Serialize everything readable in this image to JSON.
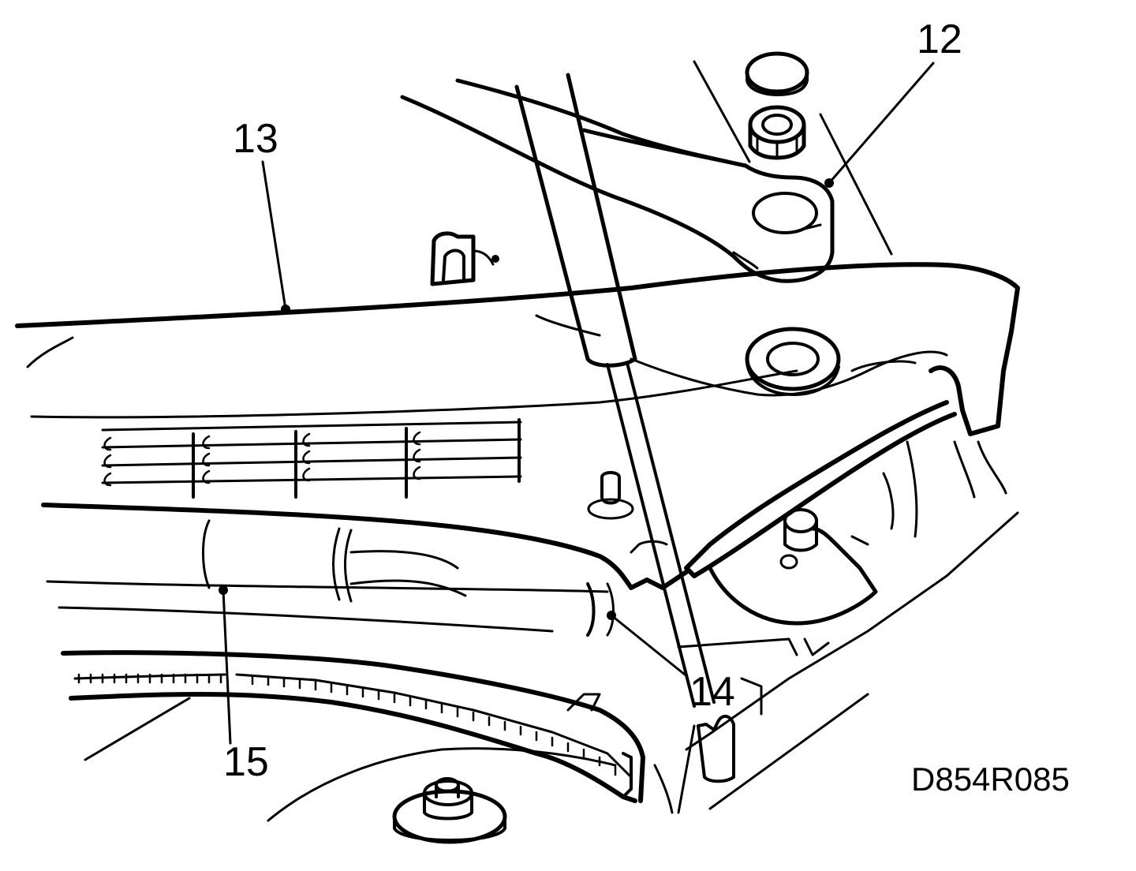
{
  "figure": {
    "callouts": [
      {
        "id": "12",
        "text": "12"
      },
      {
        "id": "13",
        "text": "13"
      },
      {
        "id": "14",
        "text": "14"
      },
      {
        "id": "15",
        "text": "15"
      }
    ],
    "reference_code": "D854R085"
  }
}
